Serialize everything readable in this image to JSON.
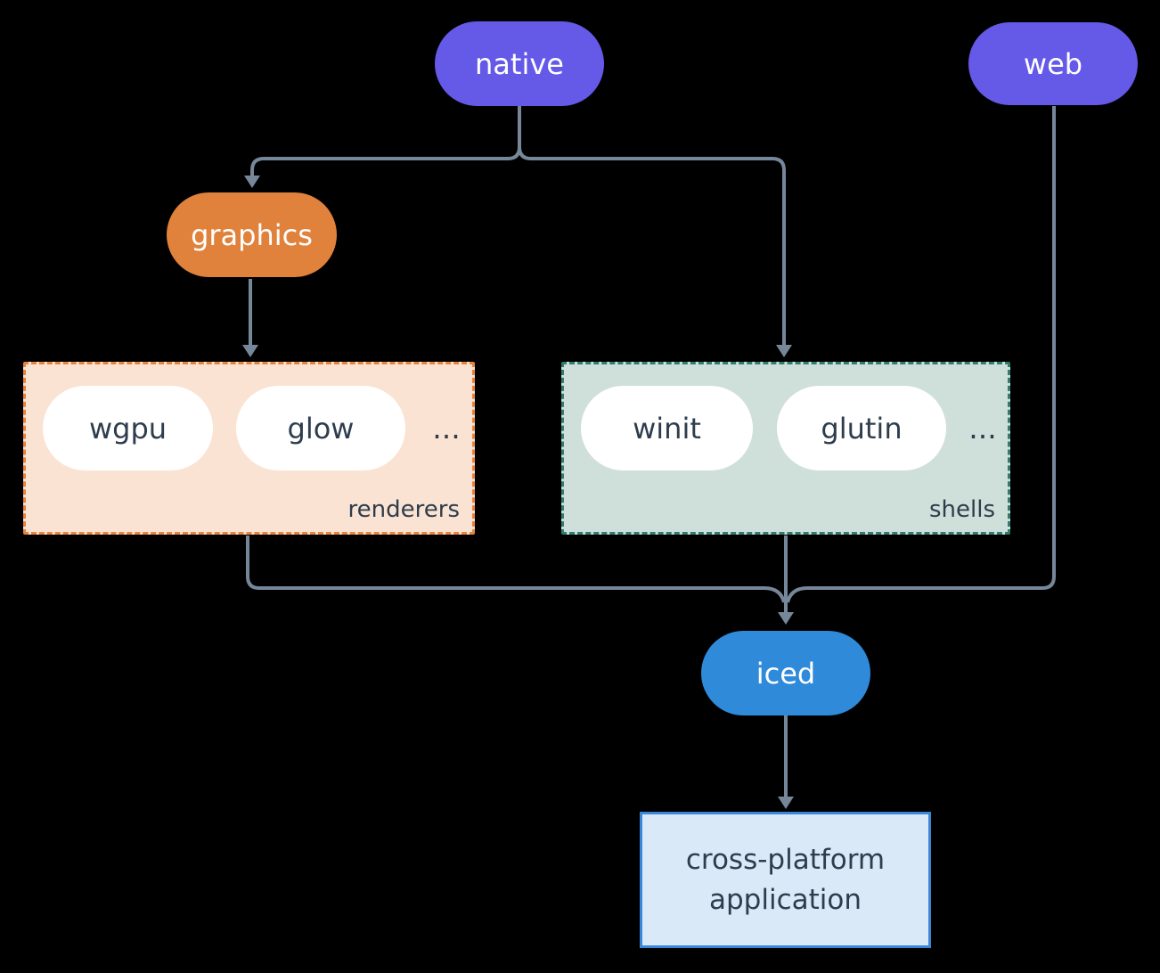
{
  "diagram": {
    "background": "#000000",
    "edge_color": "#76879a",
    "text_dark": "#2e3d4d",
    "nodes": {
      "native": {
        "label": "native",
        "color": "#6559e8"
      },
      "web": {
        "label": "web",
        "color": "#6559e8"
      },
      "graphics": {
        "label": "graphics",
        "color": "#e0823c"
      },
      "iced": {
        "label": "iced",
        "color": "#2f8ad9"
      },
      "application": {
        "label": "cross-platform application",
        "bg": "#d9e9f8",
        "border": "#3a87d8"
      }
    },
    "groups": {
      "renderers": {
        "label": "renderers",
        "items": [
          "wgpu",
          "glow"
        ],
        "ellipsis": "...",
        "bg": "#fae3d2",
        "border": "#e8823c"
      },
      "shells": {
        "label": "shells",
        "items": [
          "winit",
          "glutin"
        ],
        "ellipsis": "...",
        "bg": "#cfdfd9",
        "border": "#2e7d6e"
      }
    },
    "edges": [
      {
        "from": "native",
        "to": "graphics"
      },
      {
        "from": "native",
        "to": "shells"
      },
      {
        "from": "graphics",
        "to": "renderers"
      },
      {
        "from": "renderers",
        "to": "iced"
      },
      {
        "from": "shells",
        "to": "iced"
      },
      {
        "from": "web",
        "to": "iced"
      },
      {
        "from": "iced",
        "to": "application"
      }
    ]
  }
}
